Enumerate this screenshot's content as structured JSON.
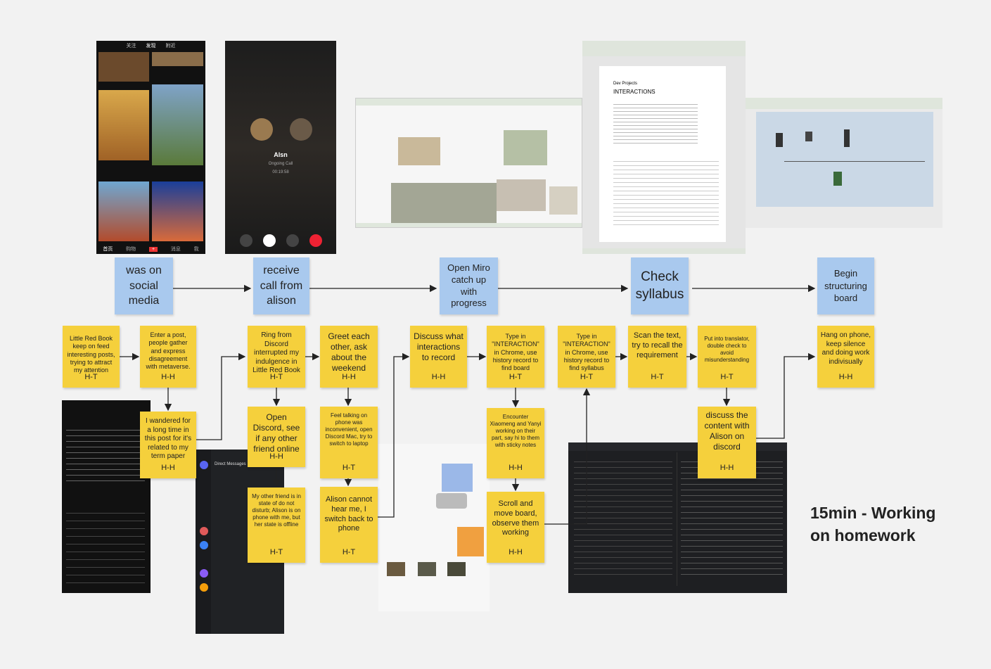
{
  "flow": [
    {
      "label": "was on social media"
    },
    {
      "label": "receive call from alison"
    },
    {
      "label": "Open Miro catch up with progress"
    },
    {
      "label": "Check syllabus"
    },
    {
      "label": "Begin structuring board"
    }
  ],
  "stickies": [
    {
      "text": "Little Red Book keep on feed interesting posts, trying to attract my attention",
      "tag": "H-T"
    },
    {
      "text": "Enter a post, people gather and express disagreement with metaverse.",
      "tag": "H-H"
    },
    {
      "text": "I wandered for a long time in this post for it's related to my term paper",
      "tag": "H-H"
    },
    {
      "text": "Ring from Discord interrupted my indulgence in Little Red Book",
      "tag": "H-T"
    },
    {
      "text": "Open Discord, see if any other friend online",
      "tag": "H-H"
    },
    {
      "text": "My other friend is in state of do not disturb; Alison is on phone with me, but her state is offline",
      "tag": "H-T"
    },
    {
      "text": "Greet each other, ask about the weekend",
      "tag": "H-H"
    },
    {
      "text": "Feel talking on phone was inconvenient, open Discord Mac, try to switch to laptop",
      "tag": "H-T"
    },
    {
      "text": "Alison cannot hear me, I switch back to phone",
      "tag": "H-T"
    },
    {
      "text": "Discuss what interactions to record",
      "tag": "H-H"
    },
    {
      "text": "Type in \"INTERACTION\" in Chrome, use history record to find board",
      "tag": "H-T"
    },
    {
      "text": "Encounter Xiaomeng and Yanyi working on their part, say hi to them with sticky notes",
      "tag": "H-H"
    },
    {
      "text": "Scroll and move board, observe them working",
      "tag": "H-H"
    },
    {
      "text": "Type in \"INTERACTION\" in Chrome, use history record to find syllabus",
      "tag": "H-T"
    },
    {
      "text": "Scan the text, try to recall the requirement",
      "tag": "H-T"
    },
    {
      "text": "Put into translator, double check to avoid misunderstanding",
      "tag": "H-T"
    },
    {
      "text": "discuss the content with Alison on discord",
      "tag": "H-H"
    },
    {
      "text": "Hang on phone, keep silence and doing work indivisually",
      "tag": "H-H"
    }
  ],
  "caption": {
    "line1": "15min - Working",
    "line2": "on homework"
  },
  "phone_call": {
    "name": "Alsn",
    "status": "Ongoing Call",
    "time": "00:19:58"
  },
  "xhs": {
    "tabs": [
      "关注",
      "发现",
      "附近"
    ],
    "bottom": [
      "首页",
      "购物",
      "消息",
      "我"
    ]
  },
  "discord": {
    "header": "Direct Messages"
  },
  "syllabus": {
    "title1": "Dev Projects",
    "title2": "INTERACTIONS"
  },
  "colors": {
    "sticky": "#f5d03c",
    "blue": "#a9c9ee",
    "bg": "#f2f2f2"
  }
}
